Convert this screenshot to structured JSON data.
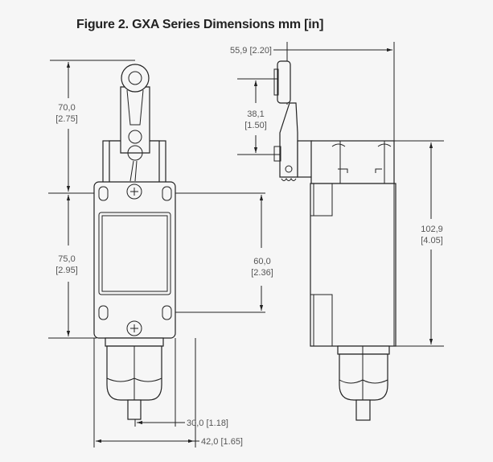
{
  "title": "Figure 2. GXA Series Dimensions mm [in]",
  "dimensions": {
    "front_lever_height": {
      "mm": "70,0",
      "in": "[2.75]"
    },
    "front_body_height": {
      "mm": "75,0",
      "in": "[2.95]"
    },
    "mounting_hole_spacing": {
      "mm": "60,0",
      "in": "[2.36]"
    },
    "body_half_width": "30,0 [1.18]",
    "body_width": "42,0 [1.65]",
    "side_lever_length": "55,9 [2.20]",
    "side_lever_offset": {
      "mm": "38,1",
      "in": "[1.50]"
    },
    "side_overall_height": {
      "mm": "102,9",
      "in": "[4.05]"
    }
  }
}
